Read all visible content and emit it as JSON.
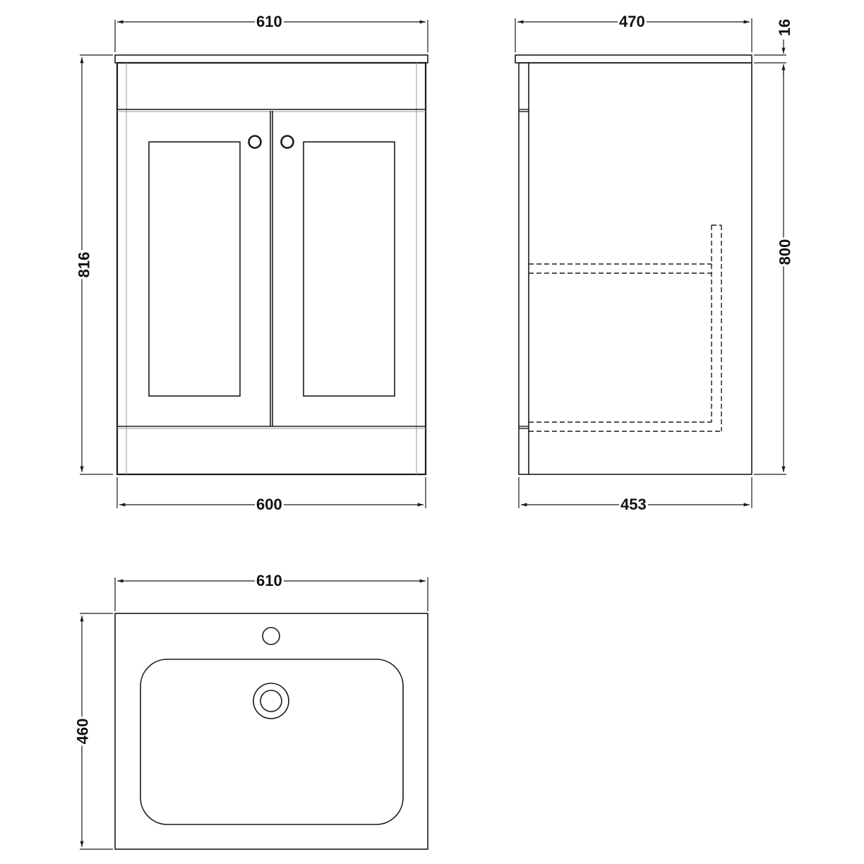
{
  "drawing": {
    "line_color": "#1a1a1a",
    "thin_line_color": "#9a9a9a",
    "background": "#ffffff"
  },
  "front_view": {
    "top_width": "610",
    "body_width": "600",
    "height": "816",
    "doors": 2,
    "handles": 2
  },
  "side_view": {
    "top_depth": "470",
    "body_depth": "453",
    "top_thickness": "16",
    "body_height": "800"
  },
  "basin_plan_view": {
    "width": "610",
    "depth": "460",
    "tap_holes": 1,
    "waste": 1
  }
}
